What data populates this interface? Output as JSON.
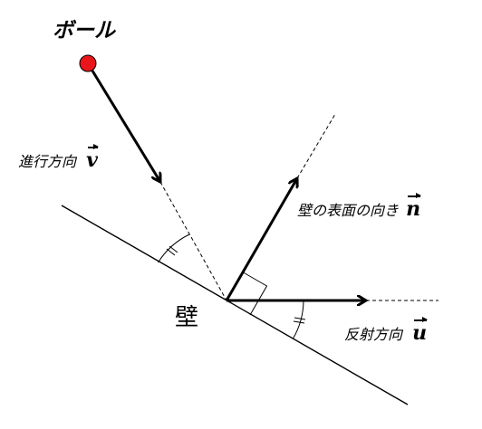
{
  "labels": {
    "ball": "ボール",
    "direction_of_travel": "進行方向",
    "direction_of_travel_vector": "v",
    "wall_normal": "壁の表面の向き",
    "wall_normal_vector": "n",
    "reflection_direction": "反射方向",
    "reflection_direction_vector": "u",
    "wall": "壁"
  },
  "colors": {
    "ball_fill": "#e8161b",
    "line": "#000000"
  }
}
